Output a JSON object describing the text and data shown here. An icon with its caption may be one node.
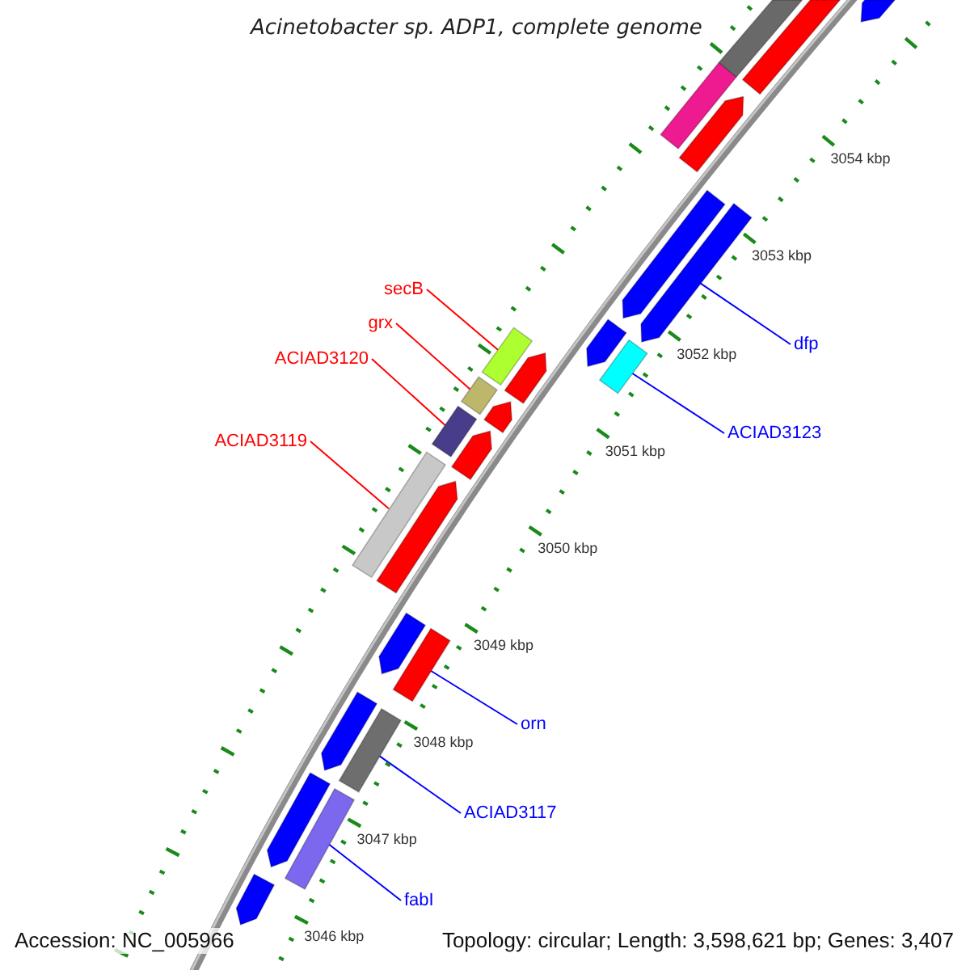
{
  "diagram": {
    "title": "Acinetobacter sp. ADP1, complete genome",
    "nodes": [
      {
        "text": [
          "secB"
        ]
      },
      {
        "text": [],
        "shape": "bar"
      },
      {
        "text": [
          "grx"
        ]
      },
      {
        "text": [],
        "shape": "bar"
      },
      {
        "text": [
          "ACIAD3120"
        ]
      },
      {
        "text": [],
        "shape": "bar"
      },
      {
        "text": [
          "dfp"
        ]
      },
      {
        "text": [],
        "shape": "bar"
      },
      {
        "text": [
          "ACIAD3123"
        ]
      },
      {
        "text": [],
        "shape": "bar"
      },
      {
        "text": [
          "ACIAD3119"
        ]
      },
      {
        "text": [],
        "shape": "bar"
      },
      {
        "text": [
          "orn"
        ]
      },
      {
        "text": [],
        "shape": "bar"
      },
      {
        "text": [
          "ACIAD3117"
        ]
      },
      {
        "text": [],
        "shape": "bar"
      },
      {
        "text": [
          "fabI"
        ]
      },
      {
        "text": [],
        "shape": "bar"
      },
      {
        "text": [],
        "shape": "bar"
      },
      {
        "text": [],
        "shape": "bar"
      },
      {
        "text": [],
        "shape": "bar"
      },
      {
        "text": [],
        "shape": "bar"
      },
      {
        "text": [],
        "shape": "bar"
      },
      {
        "text": [],
        "shape": "bar"
      },
      {
        "text": [],
        "shape": "bar"
      },
      {
        "text": [],
        "shape": "bar"
      },
      {
        "text": [],
        "shape": "bar"
      },
      {
        "text": [],
        "shape": "bar"
      },
      {
        "text": [],
        "shape": "bar"
      },
      {
        "text": [],
        "shape": "bar"
      },
      {
        "text": [],
        "shape": "bar"
      },
      {
        "text": [],
        "shape": "bar"
      },
      {
        "text": [],
        "shape": "bar"
      }
    ],
    "edges": [
      {
        "from": 0,
        "to": 1,
        "arrow": "none",
        "color": "#ff0000"
      },
      {
        "from": 2,
        "to": 3,
        "arrow": "none",
        "color": "#ff0000"
      },
      {
        "from": 4,
        "to": 5,
        "arrow": "none",
        "color": "#ff0000"
      },
      {
        "from": 6,
        "to": 7,
        "arrow": "none"
      },
      {
        "from": 8,
        "to": 9,
        "arrow": "none"
      },
      {
        "from": 10,
        "to": 11,
        "arrow": "none",
        "color": "#ff0000"
      },
      {
        "from": 12,
        "to": 13,
        "arrow": "none"
      },
      {
        "from": 14,
        "to": 15,
        "arrow": "none"
      },
      {
        "from": 16,
        "to": 17,
        "arrow": "none"
      }
    ],
    "labels": [
      "3054 kbp",
      "3053 kbp",
      "3052 kbp",
      "3051 kbp",
      "3050 kbp",
      "3049 kbp",
      "3048 kbp",
      "3047 kbp",
      "3046 kbp",
      "Accession: NC_005966",
      "Topology: circular; Length: 3,598,621 bp; Genes: 3,407"
    ]
  }
}
